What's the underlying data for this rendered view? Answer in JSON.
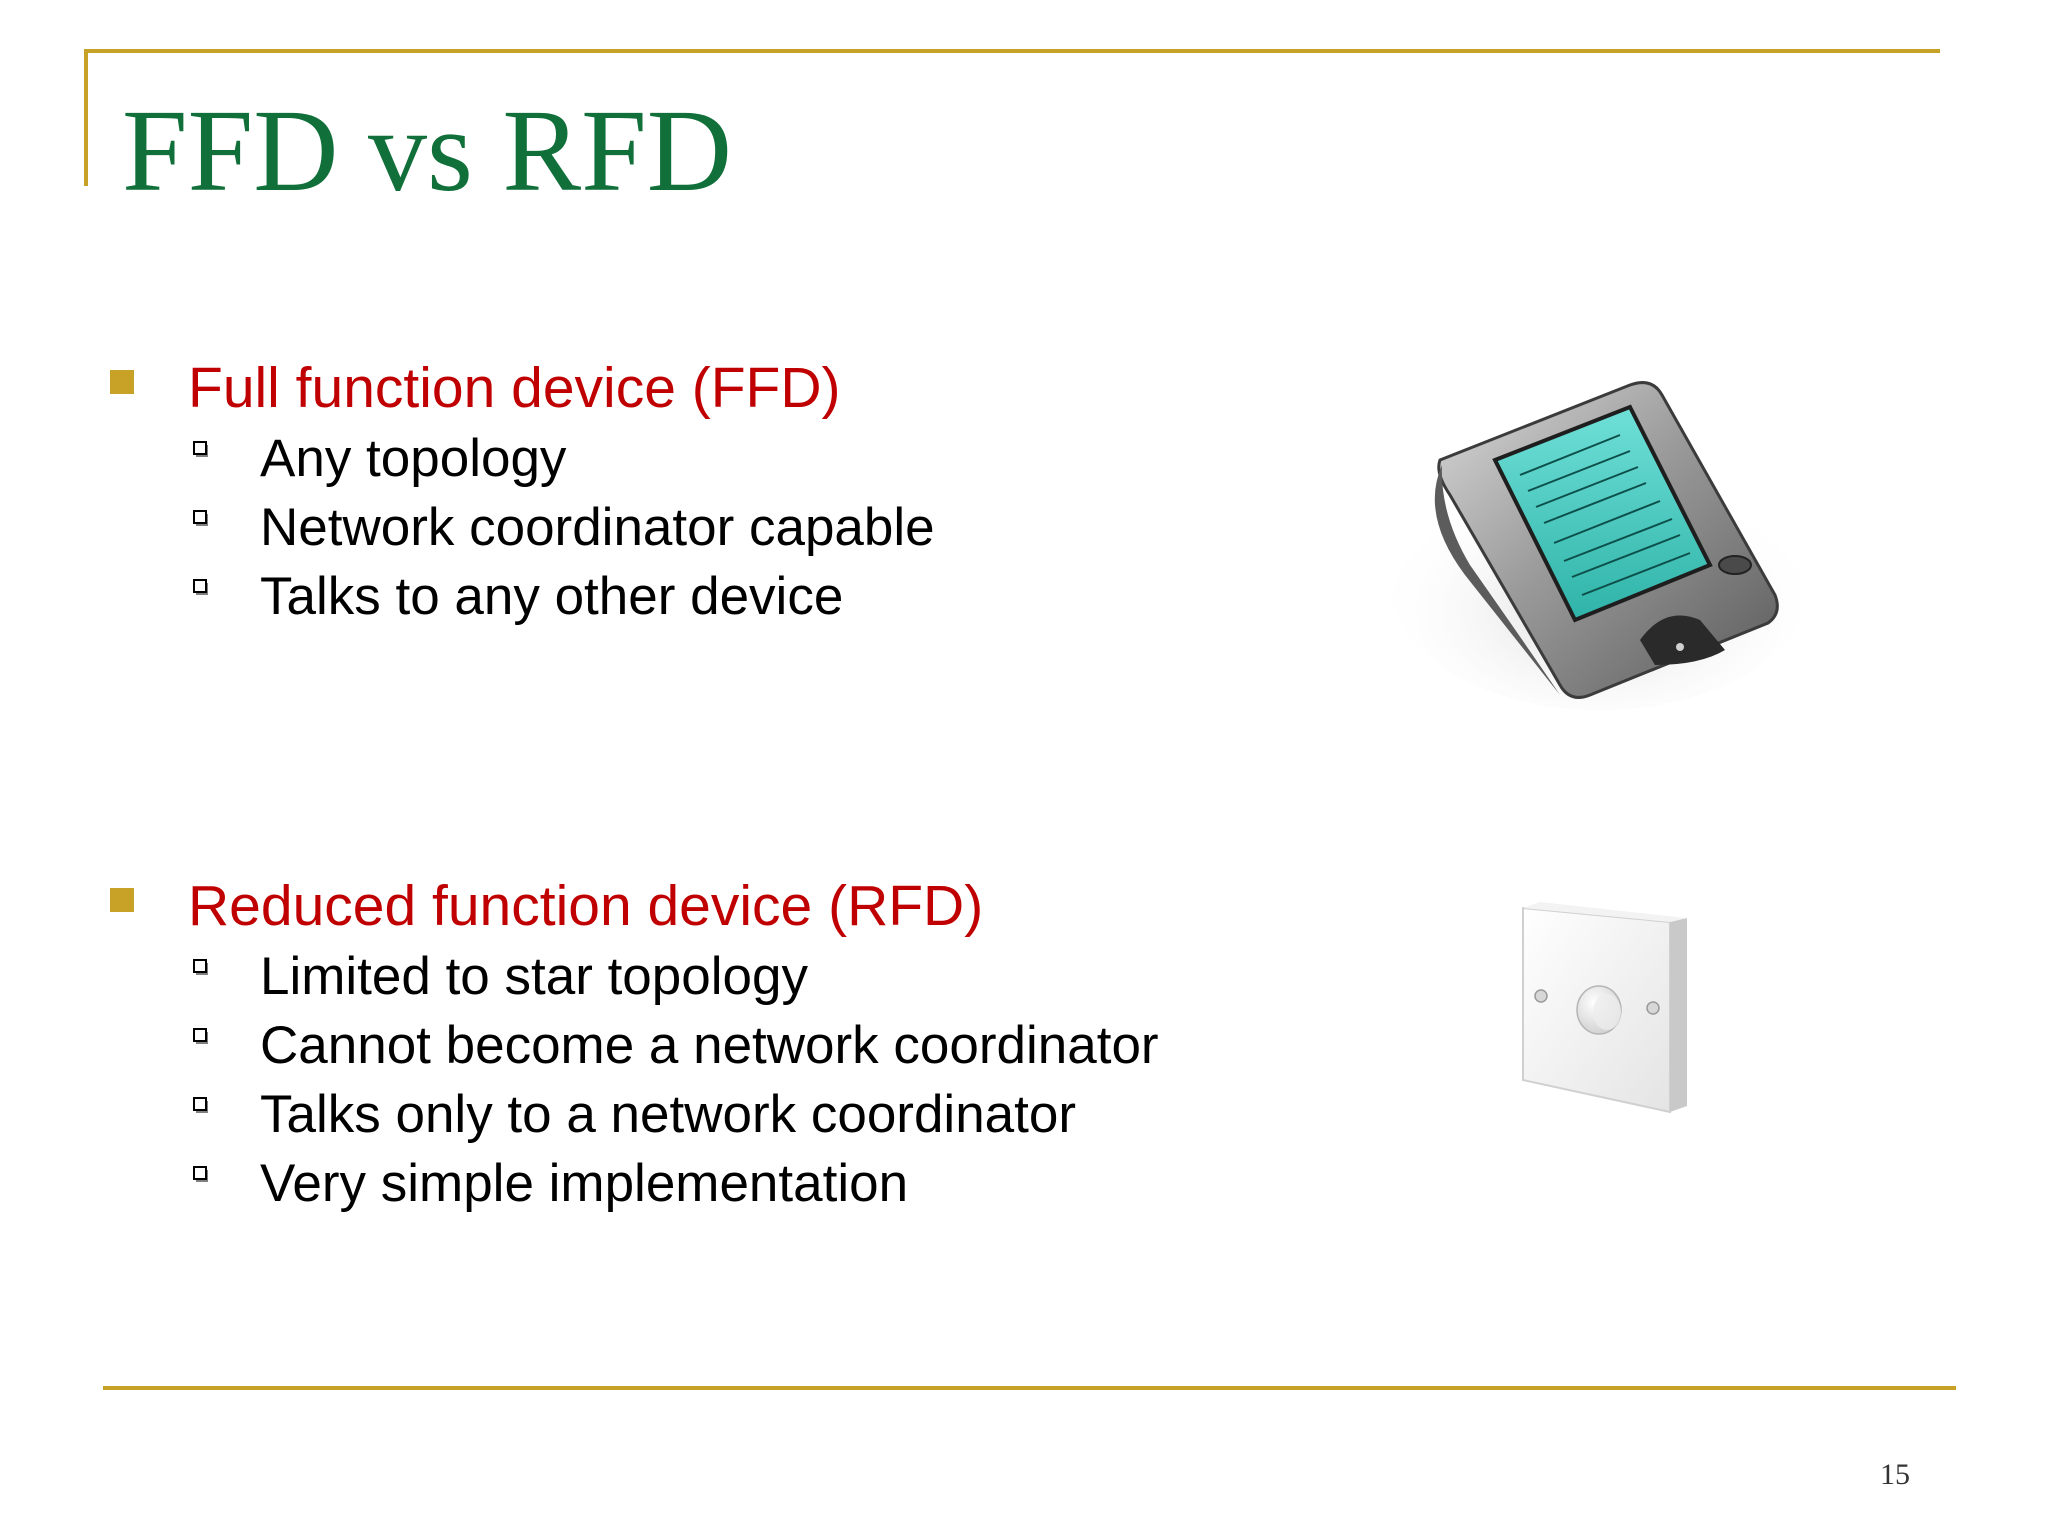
{
  "slide": {
    "title": "FFD vs RFD",
    "page_number": "15",
    "accent_color": "#c8a227",
    "title_color": "#11703a",
    "heading_color": "#c00000"
  },
  "sections": [
    {
      "heading": "Full function device (FFD)",
      "items": [
        "Any topology",
        "Network coordinator capable",
        "Talks to any other device"
      ],
      "image_icon": "pda-device-icon"
    },
    {
      "heading": "Reduced function device (RFD)",
      "items": [
        "Limited to star topology",
        "Cannot become a network coordinator",
        "Talks only to a network coordinator",
        "Very simple implementation"
      ],
      "image_icon": "light-switch-icon"
    }
  ]
}
